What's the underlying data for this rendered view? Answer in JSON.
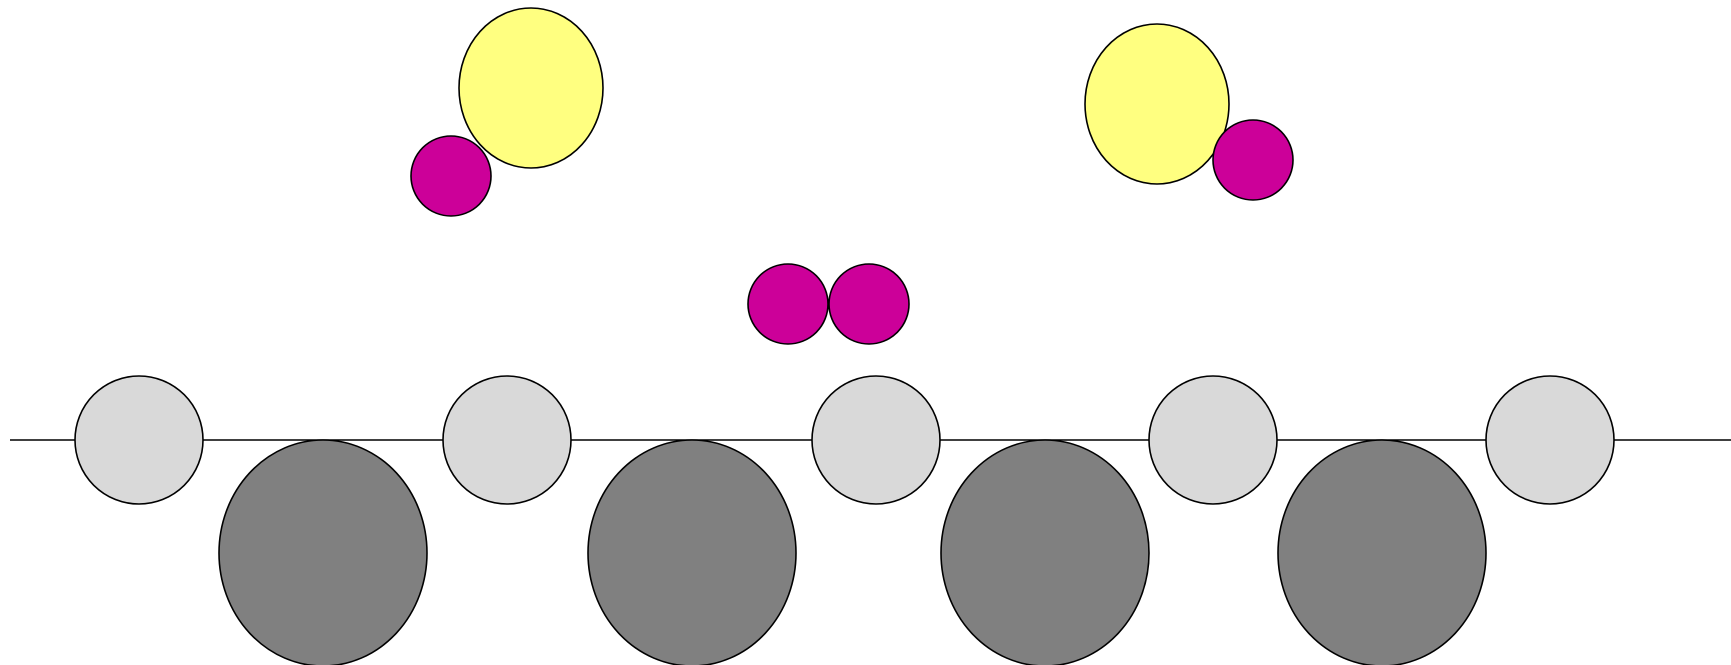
{
  "diagram": {
    "colors": {
      "background": "#ffffff",
      "stroke": "#000000",
      "surface_small_atom": "#d9d9d9",
      "surface_large_atom": "#808080",
      "yellow_atom": "#ffff80",
      "magenta_atom": "#cc0099"
    },
    "counts": {
      "surface_small_atoms": 5,
      "surface_large_atoms": 4,
      "adsorbed_molecules": 2,
      "diatomic_molecules": 1
    }
  }
}
